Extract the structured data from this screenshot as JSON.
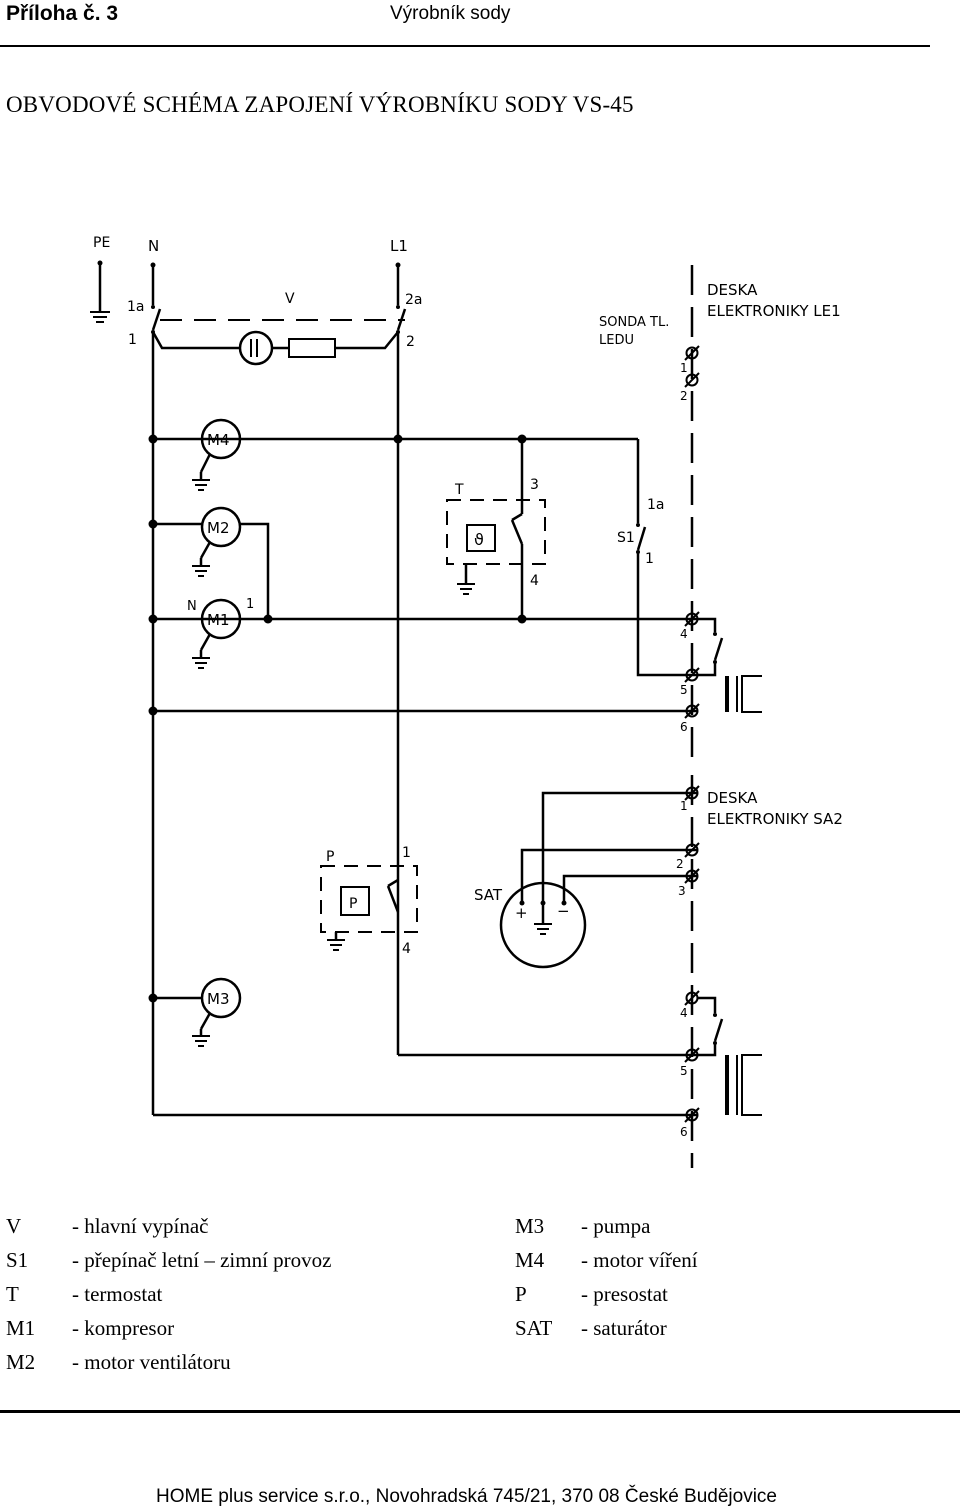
{
  "header": {
    "attachment": "Příloha č. 3",
    "subject": "Výrobník sody"
  },
  "title": "OBVODOVÉ SCHÉMA ZAPOJENÍ VÝROBNÍKU SODY VS-45",
  "schematic": {
    "terminals_top": [
      "PE",
      "N",
      "L1"
    ],
    "main_switch": {
      "label": "V",
      "contacts": [
        "1a",
        "1",
        "2a",
        "2"
      ]
    },
    "motors": [
      "M4",
      "M2",
      "M1",
      "M3"
    ],
    "m1_terminals": [
      "N",
      "1"
    ],
    "thermostat": {
      "label": "T",
      "contacts": [
        "3",
        "4"
      ],
      "symbol": "ϑ"
    },
    "season_switch": {
      "label": "S1",
      "contacts": [
        "1a",
        "1"
      ]
    },
    "pressostat": {
      "label": "P",
      "contacts": [
        "1",
        "4"
      ]
    },
    "saturator": {
      "label": "SAT",
      "plus": "+",
      "minus": "−"
    },
    "board_le1": {
      "line1": "DESKA",
      "line2": "ELEKTRONIKY  LE1",
      "terminals": [
        "1",
        "2",
        "4",
        "5",
        "6"
      ]
    },
    "ice_probe": {
      "line1": "SONDA  TL.",
      "line2": "LEDU"
    },
    "board_sa2": {
      "line1": "DESKA",
      "line2": "ELEKTRONIKY  SA2",
      "terminals": [
        "1",
        "2",
        "3",
        "4",
        "5",
        "6"
      ]
    }
  },
  "legend": {
    "left": [
      {
        "code": "V",
        "desc": "- hlavní vypínač"
      },
      {
        "code": "S1",
        "desc": "- přepínač letní – zimní provoz"
      },
      {
        "code": "T",
        "desc": "- termostat"
      },
      {
        "code": "M1",
        "desc": "- kompresor"
      },
      {
        "code": "M2",
        "desc": "- motor ventilátoru"
      }
    ],
    "right": [
      {
        "code": "M3",
        "desc": "- pumpa"
      },
      {
        "code": "M4",
        "desc": "- motor víření"
      },
      {
        "code": "P",
        "desc": "- presostat"
      },
      {
        "code": "SAT",
        "desc": "- saturátor"
      }
    ]
  },
  "footer": "HOME plus service s.r.o., Novohradská 745/21, 370 08 České Budějovice"
}
